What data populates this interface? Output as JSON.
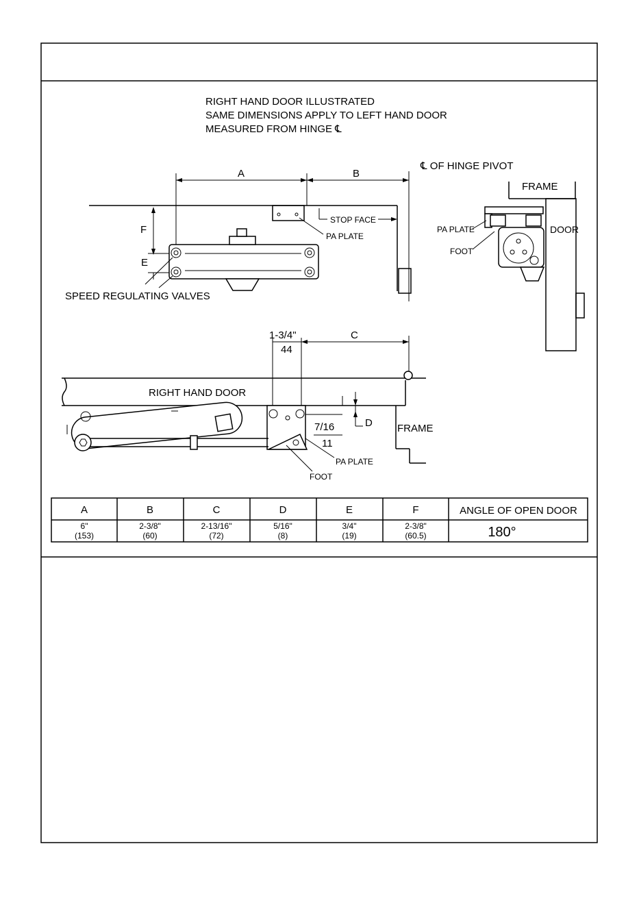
{
  "notes": {
    "line1": "RIGHT HAND DOOR ILLUSTRATED",
    "line2": "SAME DIMENSIONS APPLY TO LEFT HAND DOOR",
    "line3": "MEASURED FROM HINGE ℄"
  },
  "labels": {
    "hinge_pivot": "℄ OF HINGE PIVOT",
    "dim_a": "A",
    "dim_b": "B",
    "dim_c": "C",
    "dim_d": "D",
    "dim_e": "E",
    "dim_f": "F",
    "stop_face": "STOP FACE",
    "pa_plate": "PA PLATE",
    "speed_valves": "SPEED REGULATING VALVES",
    "frame": "FRAME",
    "door": "DOOR",
    "foot": "FOOT",
    "right_hand_door": "RIGHT HAND DOOR",
    "dim_134_in": "1-3/4\"",
    "dim_134_mm": "44",
    "dim_716_in": "7/16",
    "dim_716_mm": "11"
  },
  "table": {
    "headers": [
      "A",
      "B",
      "C",
      "D",
      "E",
      "F",
      "ANGLE OF OPEN DOOR"
    ],
    "inches": [
      "6\"",
      "2-3/8\"",
      "2-13/16\"",
      "5/16\"",
      "3/4\"",
      "2-3/8\""
    ],
    "mm": [
      "(153)",
      "(60)",
      "(72)",
      "(8)",
      "(19)",
      "(60.5)"
    ],
    "angle": "180°"
  }
}
